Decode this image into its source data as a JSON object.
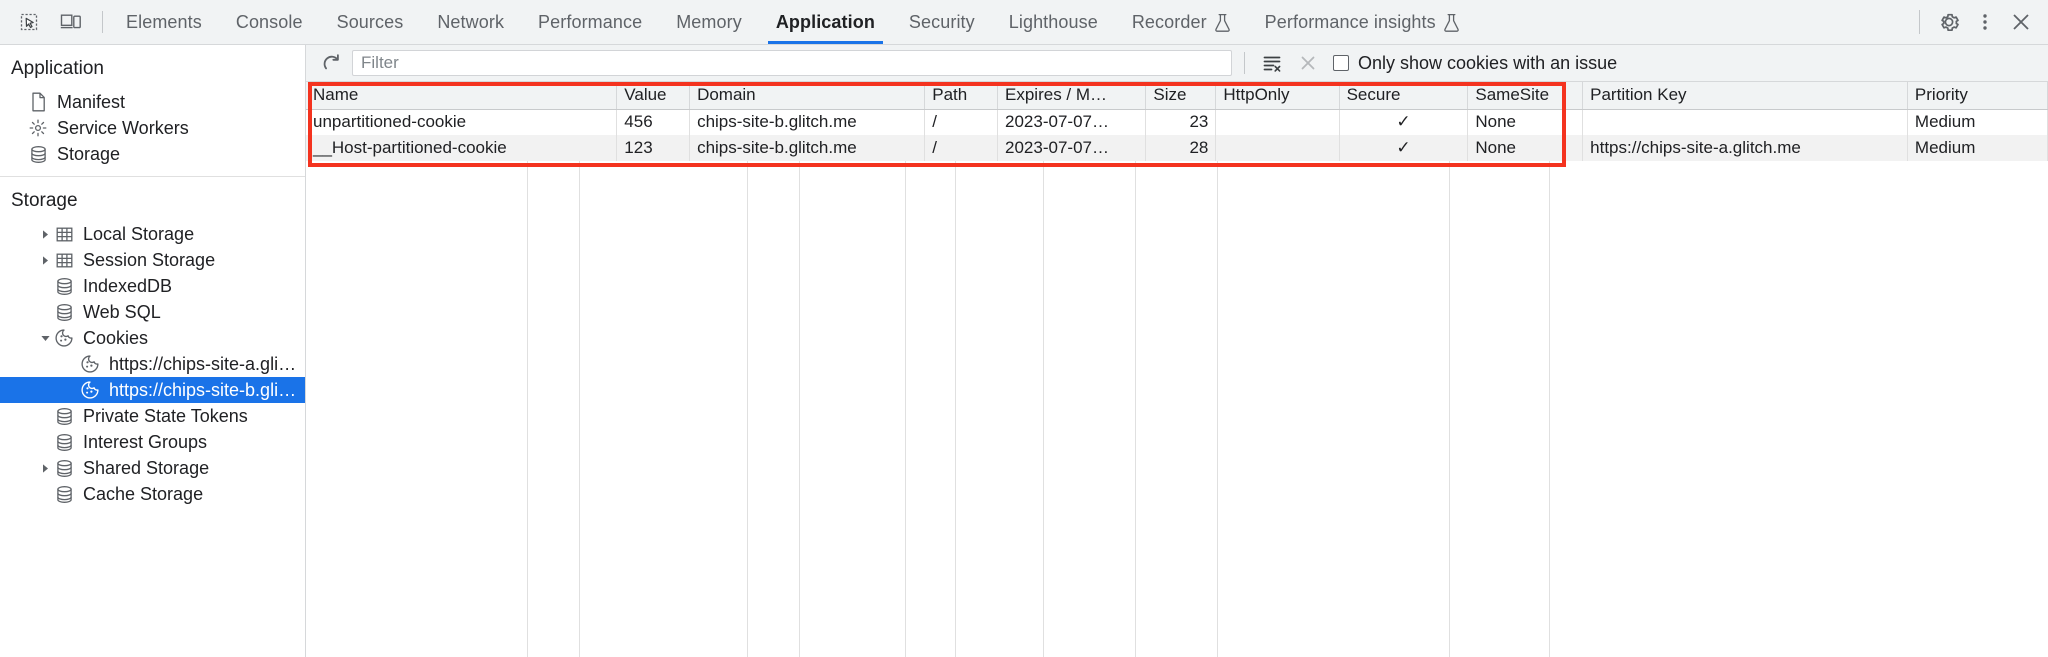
{
  "toolbar": {
    "inspect_icon": "inspect-element-icon",
    "device_icon": "device-toolbar-icon",
    "settings_icon": "gear-icon",
    "more_icon": "more-vertical-icon",
    "close_icon": "close-icon",
    "tabs": [
      {
        "label": "Elements",
        "active": false,
        "experimental": false
      },
      {
        "label": "Console",
        "active": false,
        "experimental": false
      },
      {
        "label": "Sources",
        "active": false,
        "experimental": false
      },
      {
        "label": "Network",
        "active": false,
        "experimental": false
      },
      {
        "label": "Performance",
        "active": false,
        "experimental": false
      },
      {
        "label": "Memory",
        "active": false,
        "experimental": false
      },
      {
        "label": "Application",
        "active": true,
        "experimental": false
      },
      {
        "label": "Security",
        "active": false,
        "experimental": false
      },
      {
        "label": "Lighthouse",
        "active": false,
        "experimental": false
      },
      {
        "label": "Recorder",
        "active": false,
        "experimental": true
      },
      {
        "label": "Performance insights",
        "active": false,
        "experimental": true
      }
    ]
  },
  "sidebar": {
    "application": {
      "title": "Application",
      "items": [
        {
          "label": "Manifest",
          "icon": "document-icon",
          "arrow": "none",
          "selected": false
        },
        {
          "label": "Service Workers",
          "icon": "gear-small-icon",
          "arrow": "none",
          "selected": false
        },
        {
          "label": "Storage",
          "icon": "database-icon",
          "arrow": "none",
          "selected": false
        }
      ]
    },
    "storage": {
      "title": "Storage",
      "items": [
        {
          "label": "Local Storage",
          "icon": "table-icon",
          "arrow": "collapsed",
          "selected": false,
          "depth": 1
        },
        {
          "label": "Session Storage",
          "icon": "table-icon",
          "arrow": "collapsed",
          "selected": false,
          "depth": 1
        },
        {
          "label": "IndexedDB",
          "icon": "database-icon",
          "arrow": "none",
          "selected": false,
          "depth": 1
        },
        {
          "label": "Web SQL",
          "icon": "database-icon",
          "arrow": "none",
          "selected": false,
          "depth": 1
        },
        {
          "label": "Cookies",
          "icon": "cookie-icon",
          "arrow": "expanded",
          "selected": false,
          "depth": 1
        },
        {
          "label": "https://chips-site-a.glitch.me",
          "icon": "cookie-icon",
          "arrow": "none",
          "selected": false,
          "depth": 2
        },
        {
          "label": "https://chips-site-b.glitch.me",
          "icon": "cookie-icon",
          "arrow": "none",
          "selected": true,
          "depth": 2
        },
        {
          "label": "Private State Tokens",
          "icon": "database-icon",
          "arrow": "none",
          "selected": false,
          "depth": 1
        },
        {
          "label": "Interest Groups",
          "icon": "database-icon",
          "arrow": "none",
          "selected": false,
          "depth": 1
        },
        {
          "label": "Shared Storage",
          "icon": "database-icon",
          "arrow": "collapsed",
          "selected": false,
          "depth": 1
        },
        {
          "label": "Cache Storage",
          "icon": "database-icon",
          "arrow": "none",
          "selected": false,
          "depth": 1
        }
      ]
    }
  },
  "filterbar": {
    "refresh_icon": "refresh-icon",
    "clear_all_icon": "clear-all-cookies-icon",
    "delete_icon": "delete-selected-icon",
    "filter_placeholder": "Filter",
    "filter_value": "",
    "checkbox_label": "Only show cookies with an issue",
    "checkbox_checked": false
  },
  "cookies_table": {
    "columns": [
      "Name",
      "Value",
      "Domain",
      "Path",
      "Expires / M…",
      "Size",
      "HttpOnly",
      "Secure",
      "SameSite",
      "Partition Key",
      "Priority"
    ],
    "rows": [
      {
        "Name": "unpartitioned-cookie",
        "Value": "456",
        "Domain": "chips-site-b.glitch.me",
        "Path": "/",
        "Expires / M…": "2023-07-07…",
        "Size": "23",
        "HttpOnly": "",
        "Secure": "✓",
        "SameSite": "None",
        "Partition Key": "",
        "Priority": "Medium"
      },
      {
        "Name": "__Host-partitioned-cookie",
        "Value": "123",
        "Domain": "chips-site-b.glitch.me",
        "Path": "/",
        "Expires / M…": "2023-07-07…",
        "Size": "28",
        "HttpOnly": "",
        "Secure": "✓",
        "SameSite": "None",
        "Partition Key": "https://chips-site-a.glitch.me",
        "Priority": "Medium"
      }
    ]
  },
  "annotation": {
    "type": "highlight-rectangle",
    "color": "#f4331f"
  }
}
